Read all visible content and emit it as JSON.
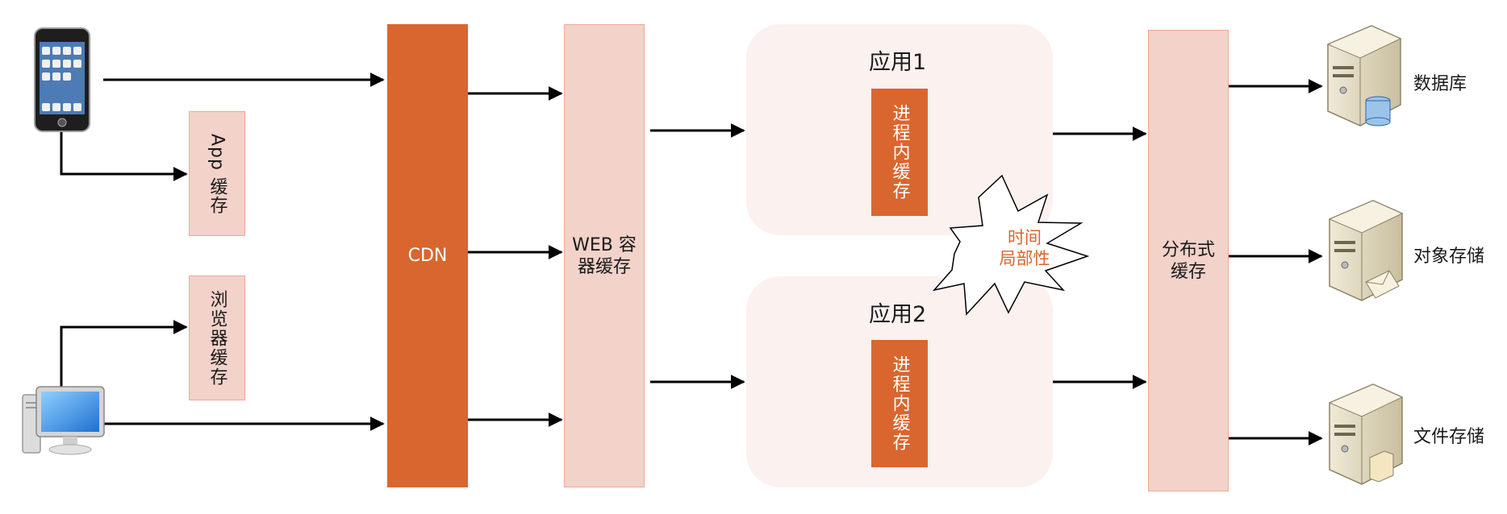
{
  "nodes": {
    "app_cache": "App 缓存",
    "browser_cache": "浏览器缓存",
    "cdn": "CDN",
    "web_cache": "WEB 容器缓存",
    "app1_title": "应用1",
    "app2_title": "应用2",
    "inproc_cache_1": "进程内缓存",
    "inproc_cache_2": "进程内缓存",
    "distributed_cache": "分布式缓存",
    "burst_label_line1": "时间",
    "burst_label_line2": "局部性"
  },
  "storage": {
    "database": "数据库",
    "object_storage": "对象存储",
    "file_storage": "文件存储"
  },
  "colors": {
    "accent_orange": "#d9662f",
    "cache_pink": "#f2d2c9",
    "app_bg": "#fbf1ef",
    "burst_text": "#d9662f"
  },
  "icons": [
    "mobile-phone-icon",
    "desktop-computer-icon",
    "server-database-icon",
    "server-object-icon",
    "server-file-icon"
  ]
}
